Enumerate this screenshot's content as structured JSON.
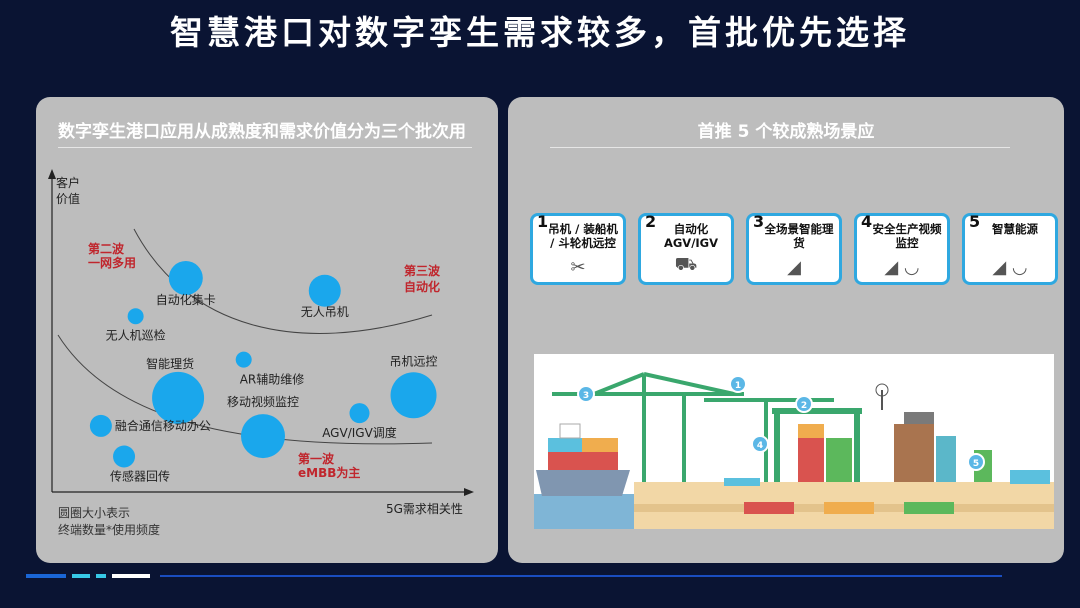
{
  "title": "智慧港口对数字孪生需求较多，首批优先选择",
  "left_panel": {
    "heading": "数字孪生港口应用从成熟度和需求价值分为三个批次用",
    "note_line1": "圆圈大小表示",
    "note_line2": "终端数量*使用频度"
  },
  "chart_data": {
    "type": "scatter",
    "ylabel": "客户价值",
    "xlabel": "5G需求相关性",
    "waves": [
      {
        "name": "第二波",
        "subname": "一网多用",
        "color": "#c0262d"
      },
      {
        "name": "第三波",
        "subname": "自动化",
        "color": "#c0262d"
      },
      {
        "name": "第一波",
        "subname": "eMBB为主",
        "color": "#c0262d"
      }
    ],
    "bubble_color": "#1aa7ec",
    "points": [
      {
        "label": "自动化集卡",
        "x": 0.3,
        "y": 0.8,
        "size": 17
      },
      {
        "label": "无人吊机",
        "x": 0.66,
        "y": 0.75,
        "size": 16
      },
      {
        "label": "无人机巡检",
        "x": 0.17,
        "y": 0.65,
        "size": 8
      },
      {
        "label": "AR辅助维修",
        "x": 0.45,
        "y": 0.48,
        "size": 8
      },
      {
        "label": "智能理货",
        "x": 0.28,
        "y": 0.33,
        "size": 26
      },
      {
        "label": "吊机远控",
        "x": 0.89,
        "y": 0.34,
        "size": 23
      },
      {
        "label": "移动视频监控",
        "x": 0.5,
        "y": 0.18,
        "size": 22
      },
      {
        "label": "AGV/IGV调度",
        "x": 0.75,
        "y": 0.27,
        "size": 10
      },
      {
        "label": "融合通信移动办公",
        "x": 0.08,
        "y": 0.22,
        "size": 11
      },
      {
        "label": "传感器回传",
        "x": 0.14,
        "y": 0.1,
        "size": 11
      }
    ]
  },
  "right_panel": {
    "heading": "首推 5 个较成熟场景应",
    "cards": [
      {
        "num": "1",
        "label": "吊机 / 装船机 / 斗轮机远控",
        "icon": "crane-remote-icon"
      },
      {
        "num": "2",
        "label": "自动化AGV/IGV",
        "icon": "truck-icon"
      },
      {
        "num": "3",
        "label": "全场景智能理货",
        "icon": "camera-icon"
      },
      {
        "num": "4",
        "label": "安全生产视频监控",
        "icon": "camera-glasses-icon"
      },
      {
        "num": "5",
        "label": "智慧能源",
        "icon": "camera-glasses-icon"
      }
    ],
    "markers": [
      "1",
      "2",
      "3",
      "4",
      "5"
    ]
  },
  "colors": {
    "background": "#0a1433",
    "panel": "#bdbdbd",
    "accent_blue": "#2fa8e0",
    "wave_red": "#c0262d"
  }
}
